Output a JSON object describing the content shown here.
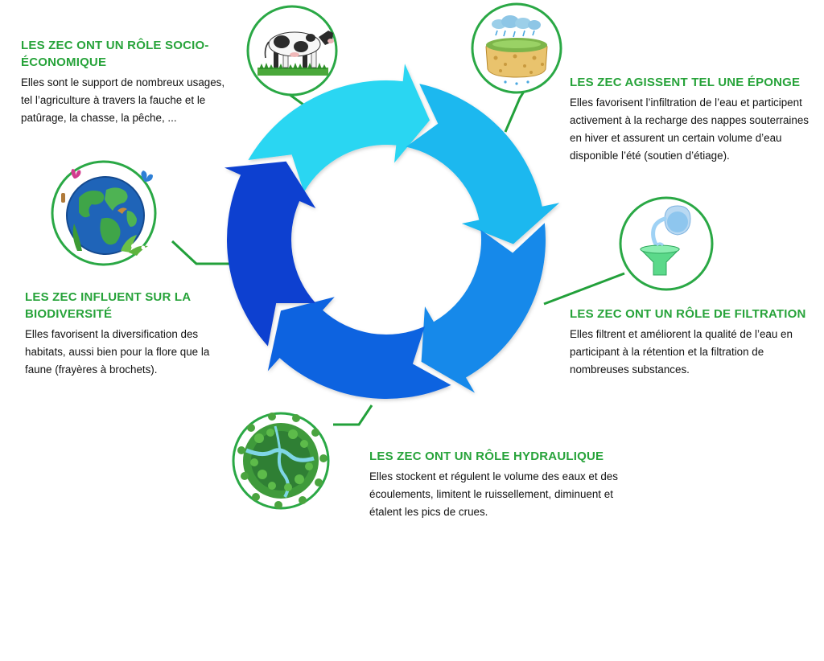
{
  "colors": {
    "title": "#27a33a",
    "connector": "#22a03a",
    "circle_border": "#2aa845",
    "arrow_top": "#29d6f2",
    "arrow_right": "#1bb8ef",
    "arrow_lower_right": "#1489ea",
    "arrow_bottom": "#0f63e0",
    "arrow_left": "#0a3fd0"
  },
  "icons": {
    "socio": "cow-icon",
    "eponge": "sponge-rain-icon",
    "filtration": "funnel-pitcher-icon",
    "hydraulique": "river-forest-icon",
    "biodiversite": "earth-butterflies-icon"
  },
  "blocks": {
    "socio": {
      "title": "LES ZEC ONT  UN RÔLE SOCIO-ÉCONOMIQUE",
      "text": "Elles sont le support de nombreux usages, tel l’agriculture à travers la fauche et le patûrage, la chasse, la pêche, ..."
    },
    "eponge": {
      "title": "LES ZEC AGISSENT TEL UNE ÉPONGE",
      "text": "Elles favorisent l’infiltration de l’eau et participent activement à la recharge des nappes souterraines en hiver et assurent un certain volume d’eau disponible l’été (soutien d’étiage)."
    },
    "filtration": {
      "title": "LES ZEC ONT UN RÔLE DE FILTRATION",
      "text": "Elles filtrent et améliorent la qualité de l’eau en participant à la rétention et la filtration de nombreuses substances."
    },
    "hydraulique": {
      "title": "LES ZEC ONT UN RÔLE HYDRAULIQUE",
      "text": "Elles stockent  et régulent le volume des eaux et des écoulements, limitent le ruissellement, diminuent et étalent les pics de crues."
    },
    "biodiversite": {
      "title": "LES ZEC INFLUENT SUR LA BIODIVERSITÉ",
      "text": "Elles favorisent la diversification des habitats, aussi bien pour la flore que la faune (frayères à brochets)."
    }
  }
}
